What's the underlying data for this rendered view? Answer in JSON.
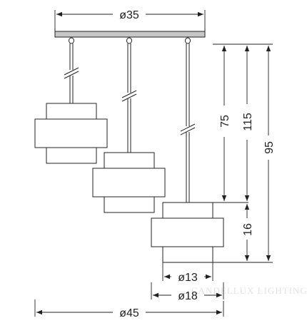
{
  "dimensions": {
    "top_width": "ø35",
    "total_width": "ø45",
    "shade_inner": "ø13",
    "shade_outer": "ø18",
    "drop_75": "75",
    "drop_115": "115",
    "shade_height": "16",
    "total_height": "95"
  },
  "watermark": "CANDELLUX LIGHTING",
  "colors": {
    "line": "#222222",
    "plate": "#c7c7c7",
    "background": "#ffffff"
  }
}
